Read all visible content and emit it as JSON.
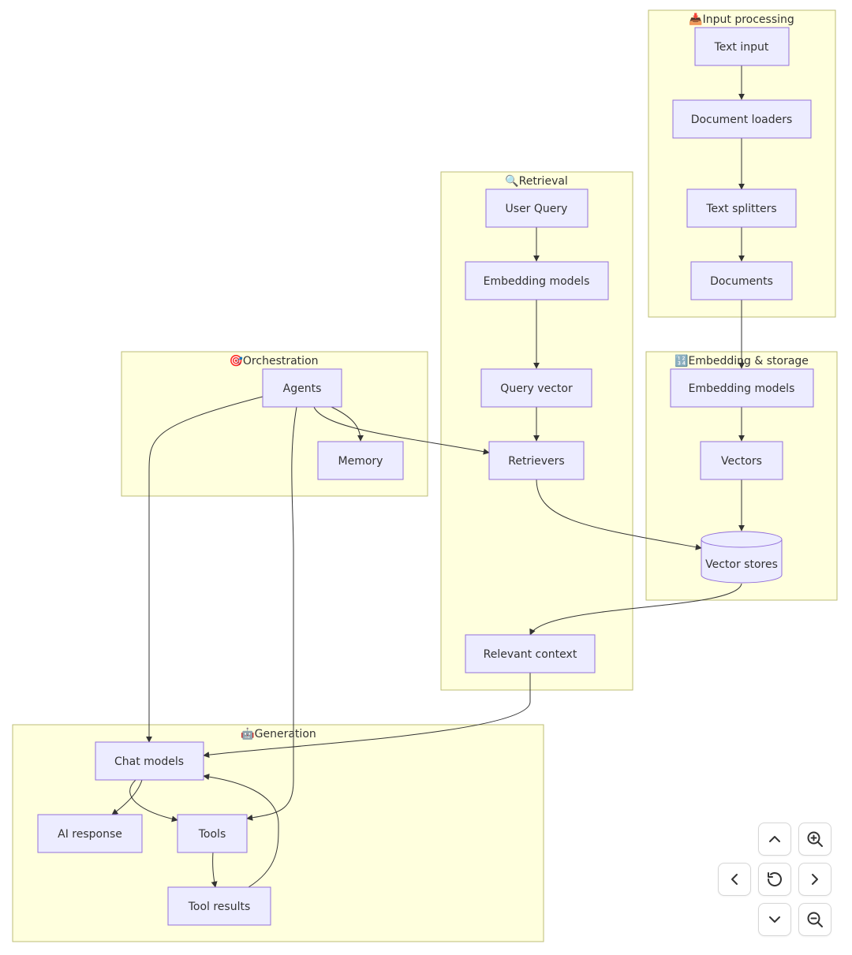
{
  "clusters": {
    "input_processing": "📥Input processing",
    "retrieval": "🔍Retrieval",
    "orchestration": "🎯Orchestration",
    "embedding_storage": "🔢Embedding & storage",
    "generation": "🤖Generation"
  },
  "nodes": {
    "text_input": "Text input",
    "document_loaders": "Document loaders",
    "text_splitters": "Text splitters",
    "documents": "Documents",
    "user_query": "User Query",
    "embedding_models_r": "Embedding models",
    "query_vector": "Query vector",
    "retrievers": "Retrievers",
    "relevant_context": "Relevant context",
    "agents": "Agents",
    "memory": "Memory",
    "embedding_models_s": "Embedding models",
    "vectors": "Vectors",
    "vector_stores": "Vector stores",
    "chat_models": "Chat models",
    "ai_response": "AI response",
    "tools": "Tools",
    "tool_results": "Tool results"
  },
  "controls": {
    "pan_up": "chevron-up-icon",
    "zoom_in": "zoom-in-icon",
    "pan_left": "chevron-left-icon",
    "reset": "reset-icon",
    "pan_right": "chevron-right-icon",
    "pan_down": "chevron-down-icon",
    "zoom_out": "zoom-out-icon"
  }
}
